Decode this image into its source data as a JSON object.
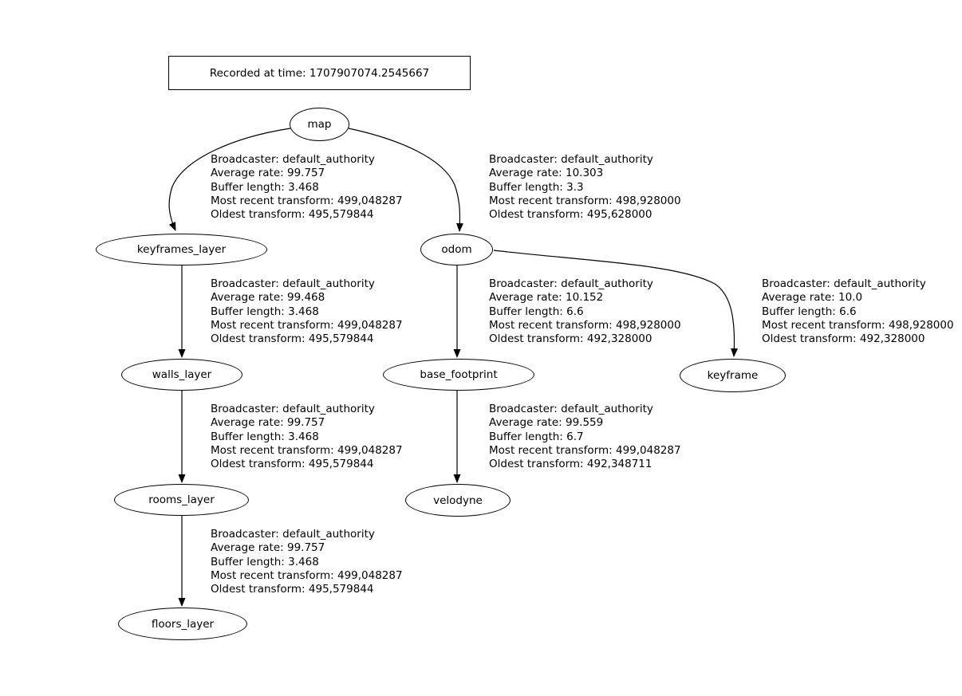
{
  "title": {
    "text": "Recorded at time: 1707907074.2545667"
  },
  "colors": {
    "stroke": "#000000",
    "background": "#ffffff",
    "text": "#000000"
  },
  "nodes": {
    "map": {
      "label": "map"
    },
    "keyframes_layer": {
      "label": "keyframes_layer"
    },
    "odom": {
      "label": "odom"
    },
    "walls_layer": {
      "label": "walls_layer"
    },
    "base_footprint": {
      "label": "base_footprint"
    },
    "keyframe": {
      "label": "keyframe"
    },
    "rooms_layer": {
      "label": "rooms_layer"
    },
    "velodyne": {
      "label": "velodyne"
    },
    "floors_layer": {
      "label": "floors_layer"
    }
  },
  "edges": {
    "map_to_keyframes_layer": {
      "from": "map",
      "to": "keyframes_layer",
      "lines": [
        "Broadcaster: default_authority",
        "Average rate: 99.757",
        "Buffer length: 3.468",
        "Most recent transform: 499,048287",
        "Oldest transform: 495,579844"
      ]
    },
    "map_to_odom": {
      "from": "map",
      "to": "odom",
      "lines": [
        "Broadcaster: default_authority",
        "Average rate: 10.303",
        "Buffer length: 3.3",
        "Most recent transform: 498,928000",
        "Oldest transform: 495,628000"
      ]
    },
    "keyframes_layer_to_walls_layer": {
      "from": "keyframes_layer",
      "to": "walls_layer",
      "lines": [
        "Broadcaster: default_authority",
        "Average rate: 99.468",
        "Buffer length: 3.468",
        "Most recent transform: 499,048287",
        "Oldest transform: 495,579844"
      ]
    },
    "odom_to_base_footprint": {
      "from": "odom",
      "to": "base_footprint",
      "lines": [
        "Broadcaster: default_authority",
        "Average rate: 10.152",
        "Buffer length: 6.6",
        "Most recent transform: 498,928000",
        "Oldest transform: 492,328000"
      ]
    },
    "odom_to_keyframe": {
      "from": "odom",
      "to": "keyframe",
      "lines": [
        "Broadcaster: default_authority",
        "Average rate: 10.0",
        "Buffer length: 6.6",
        "Most recent transform: 498,928000",
        "Oldest transform: 492,328000"
      ]
    },
    "walls_layer_to_rooms_layer": {
      "from": "walls_layer",
      "to": "rooms_layer",
      "lines": [
        "Broadcaster: default_authority",
        "Average rate: 99.757",
        "Buffer length: 3.468",
        "Most recent transform: 499,048287",
        "Oldest transform: 495,579844"
      ]
    },
    "base_footprint_to_velodyne": {
      "from": "base_footprint",
      "to": "velodyne",
      "lines": [
        "Broadcaster: default_authority",
        "Average rate: 99.559",
        "Buffer length: 6.7",
        "Most recent transform: 499,048287",
        "Oldest transform: 492,348711"
      ]
    },
    "rooms_layer_to_floors_layer": {
      "from": "rooms_layer",
      "to": "floors_layer",
      "lines": [
        "Broadcaster: default_authority",
        "Average rate: 99.757",
        "Buffer length: 3.468",
        "Most recent transform: 499,048287",
        "Oldest transform: 495,579844"
      ]
    }
  }
}
